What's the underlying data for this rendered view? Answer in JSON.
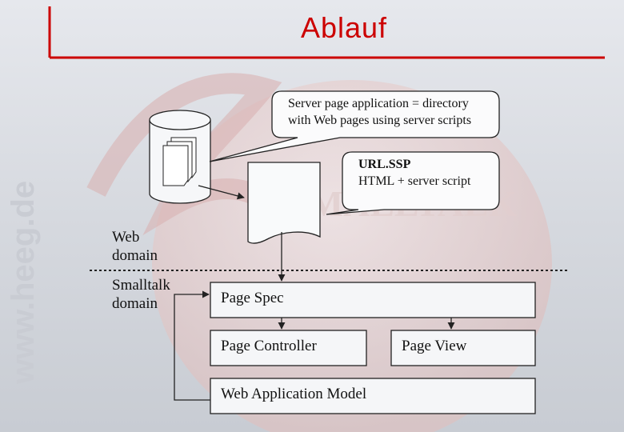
{
  "slide": {
    "title": "Ablauf",
    "watermark_text": "www.heeg.de",
    "logo_text": "SMALLTALK",
    "colors": {
      "title": "#cc0000",
      "title_rule": "#cc0000",
      "diagram_line": "#222222"
    }
  },
  "bubbles": {
    "server_page": {
      "line1": "Server page application = directory",
      "line2": "with Web pages using server scripts"
    },
    "url_ssp": {
      "heading": "URL.SSP",
      "subtext": "HTML + server script"
    }
  },
  "domains": {
    "web": {
      "line1": "Web",
      "line2": "domain"
    },
    "smalltalk": {
      "line1": "Smalltalk",
      "line2": "domain"
    }
  },
  "boxes": {
    "page_spec": "Page Spec",
    "page_controller": "Page Controller",
    "page_view": "Page View",
    "web_application_model": "Web Application Model"
  }
}
